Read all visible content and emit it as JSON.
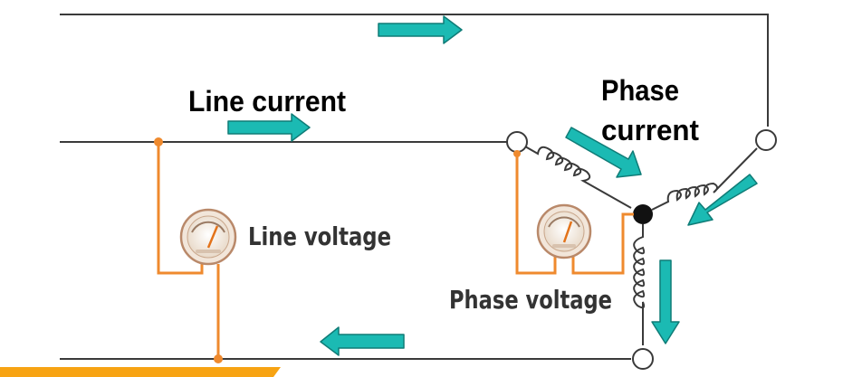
{
  "labels": {
    "line_current": "Line current",
    "phase_current_line1": "Phase",
    "phase_current_line2": "current",
    "line_voltage": "Line voltage",
    "phase_voltage": "Phase voltage"
  },
  "colors": {
    "wire": "#3a3a3a",
    "meter_wire": "#ef8a2e",
    "arrow_fill": "#1bbab3",
    "arrow_stroke": "#0f7c77",
    "meter_face": "#f7efe6",
    "meter_rim": "#b9896a",
    "accent_bar": "#f7a313"
  }
}
